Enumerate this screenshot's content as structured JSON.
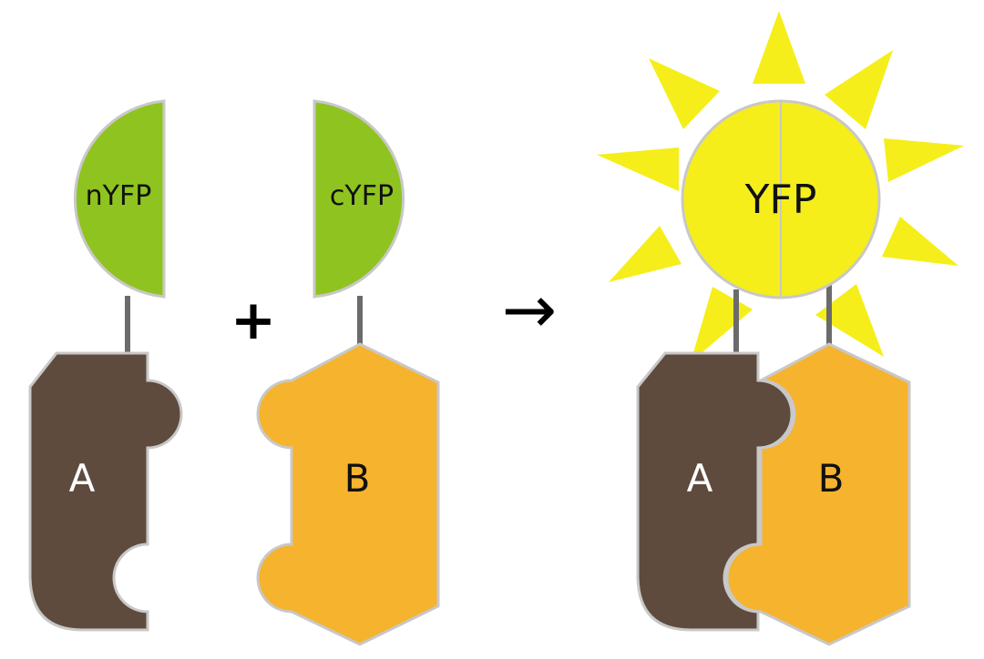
{
  "left": {
    "n_fragment_label": "nYFP",
    "c_fragment_label": "cYFP",
    "protein_a_label": "A",
    "protein_b_label": "B",
    "plus_symbol": "+"
  },
  "arrow_symbol": "→",
  "right": {
    "complex_label": "YFP",
    "protein_a_label": "A",
    "protein_b_label": "B"
  },
  "colors": {
    "fragment_green": "#8fc31f",
    "yfp_yellow": "#f5ee1a",
    "ray_yellow": "#f5ee1a",
    "protein_a_brown": "#5e4b3d",
    "protein_b_orange": "#f6b32d",
    "outline_gray": "#c8c8c8",
    "linker_gray": "#6b6b6b"
  }
}
